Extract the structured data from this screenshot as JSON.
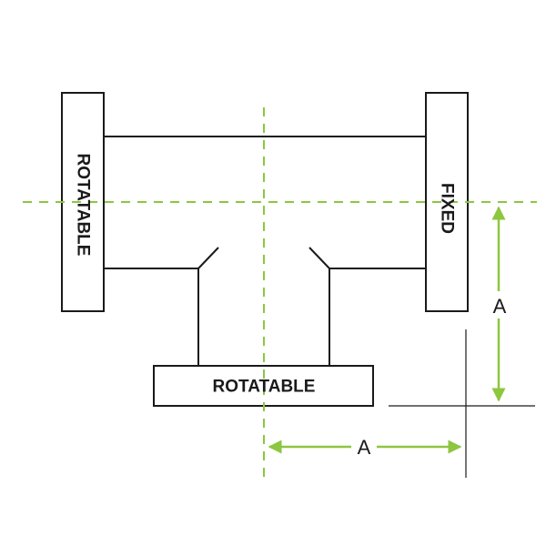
{
  "labels": {
    "left_flange": "ROTATABLE",
    "right_flange": "FIXED",
    "bottom_flange": "ROTATABLE"
  },
  "dimensions": {
    "vertical": "A",
    "horizontal": "A"
  },
  "colors": {
    "outline": "#1a1a1a",
    "centerline": "#8dc63f",
    "dimension": "#8dc63f"
  }
}
